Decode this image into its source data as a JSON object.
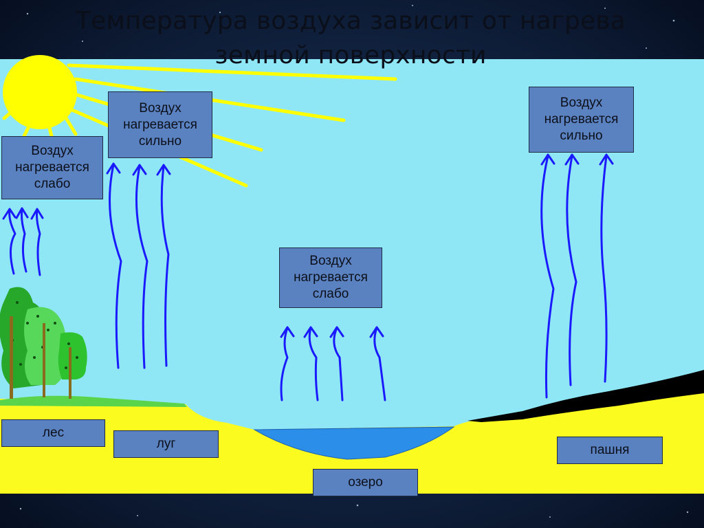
{
  "slide": {
    "title_line1": "Температура воздуха зависит от нагрева",
    "title_line2": "земной поверхности"
  },
  "boxes": {
    "forest_air": [
      "Воздух",
      "нагревается",
      "слабо"
    ],
    "meadow_air": [
      "Воздух",
      "нагревается",
      "сильно"
    ],
    "lake_air": [
      "Воздух",
      "нагревается",
      "слабо"
    ],
    "field_air": [
      "Воздух",
      "нагревается",
      "сильно"
    ]
  },
  "labels": {
    "forest": "лес",
    "meadow": "луг",
    "lake": "озеро",
    "field": "пашня"
  },
  "colors": {
    "sky": "#8fe6f5",
    "ground": "#fbfb1f",
    "lake": "#2b8ee8",
    "plowed": "#000000",
    "grass": "#5ad44a",
    "sun": "#ffff00",
    "arrow": "#1a1aff",
    "box": "#5b82c0"
  }
}
